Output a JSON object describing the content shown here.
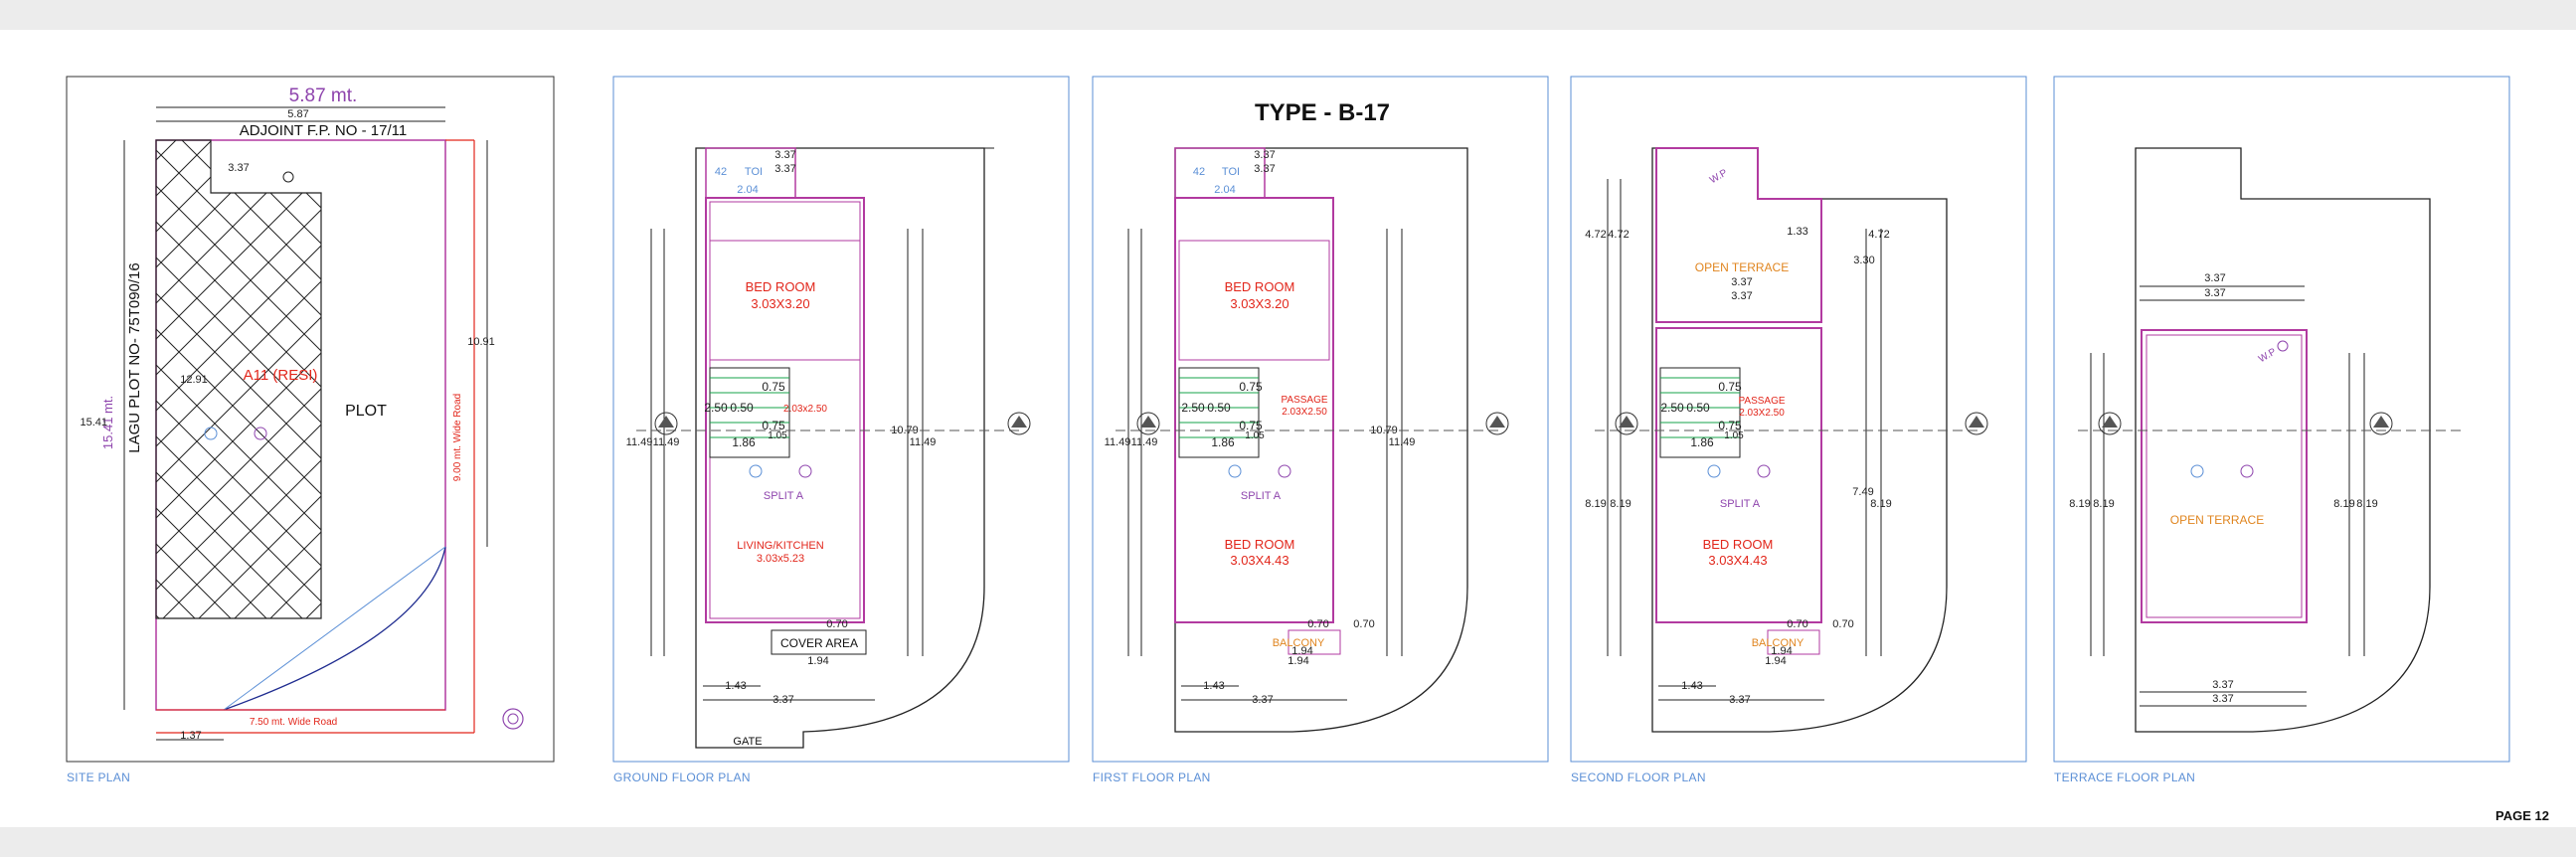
{
  "page": {
    "heading": "TYPE - B-17",
    "page_number": "PAGE 12"
  },
  "colors": {
    "frame": "#5b8fd6",
    "wall": "#b23aa0",
    "room_text": "#e2261b",
    "road": "#e2261b",
    "terrace_text": "#e0851f",
    "split_text": "#8e44ad",
    "dimension": "#222222",
    "door": "#16a34a",
    "curve": "#1e2b8f"
  },
  "site": {
    "caption": "SITE PLAN",
    "top_dim_large": "5.87 mt.",
    "top_dim_small": "5.87",
    "adjoint": "ADJOINT F.P. NO - 17/11",
    "side_label": "LAGU PLOT NO- 75T090/16",
    "left_dim_1": "15.41 mt.",
    "left_dim_2": "15.41",
    "inner_dim": "12.91",
    "inner_top": "3.37",
    "plot_label": "A11 (RESI)",
    "plot_word": "PLOT",
    "right_dim": "10.91",
    "road_right": "9.00 mt. Wide Road",
    "road_bottom": "7.50 mt. Wide Road",
    "bottom_dim": "1.37"
  },
  "ground": {
    "caption": "GROUND FLOOR PLAN",
    "toilet": "TOI",
    "toilet_w": "42",
    "toilet_d": "2.04",
    "dims_top": [
      "3.37",
      "3.37"
    ],
    "room1_name": "BED ROOM",
    "room1_size": "3.03X3.20",
    "stair_dims": [
      "0.75",
      "2.50",
      "0.50",
      "0.75",
      "1.86",
      "1.05"
    ],
    "passage": "2.03x2.50",
    "split": "SPLIT A",
    "room2_name": "LIVING/KITCHEN",
    "room2_size": "3.03x5.23",
    "left_dims": [
      "11.49",
      "11.49"
    ],
    "right_dims": [
      "10.79",
      "11.49"
    ],
    "small_dim": "0.70",
    "cover_area": "COVER AREA",
    "bottom_dims": [
      "1.94",
      "1.43",
      "3.37"
    ],
    "gate": "GATE"
  },
  "first": {
    "caption": "FIRST FLOOR PLAN",
    "toilet": "TOI",
    "toilet_w": "42",
    "toilet_d": "2.04",
    "dims_top": [
      "3.37",
      "3.37"
    ],
    "room1_name": "BED ROOM",
    "room1_size": "3.03X3.20",
    "stair_dims": [
      "0.75",
      "2.50",
      "0.50",
      "0.75",
      "1.86",
      "1.05"
    ],
    "passage_name": "PASSAGE",
    "passage_size": "2.03X2.50",
    "split": "SPLIT A",
    "room2_name": "BED ROOM",
    "room2_size": "3.03X4.43",
    "left_dims": [
      "11.49",
      "11.49"
    ],
    "right_dims": [
      "10.79",
      "11.49"
    ],
    "small_dims": [
      "0.70",
      "0.70"
    ],
    "balcony": "BALCONY",
    "balcony_dim": "1.94",
    "bottom_dims": [
      "1.94",
      "1.43",
      "3.37"
    ]
  },
  "second": {
    "caption": "SECOND FLOOR PLAN",
    "wp": "W.P",
    "dims_left": [
      "4.72",
      "4.72"
    ],
    "dim_133": "1.33",
    "dims_right": [
      "4.72",
      "3.30"
    ],
    "terrace": "OPEN TERRACE",
    "dims_top": [
      "3.37",
      "3.37"
    ],
    "stair_dims": [
      "0.75",
      "2.50",
      "0.50",
      "0.75",
      "1.86",
      "1.05"
    ],
    "passage_name": "PASSAGE",
    "passage_size": "2.03X2.50",
    "split": "SPLIT A",
    "room_name": "BED ROOM",
    "room_size": "3.03X4.43",
    "left_dims": [
      "8.19",
      "8.19"
    ],
    "right_dims": [
      "7.49",
      "8.19"
    ],
    "small_dims": [
      "0.70",
      "0.70"
    ],
    "balcony": "BALCONY",
    "balcony_dim": "1.94",
    "bottom_dims": [
      "1.94",
      "1.43",
      "3.37"
    ]
  },
  "terrace": {
    "caption": "TERRACE FLOOR PLAN",
    "dims_top": [
      "3.37",
      "3.37"
    ],
    "wp": "W.P",
    "label": "OPEN TERRACE",
    "left_dims": [
      "8.19",
      "8.19"
    ],
    "right_dims": [
      "8.19",
      "8.19"
    ],
    "dims_bottom": [
      "3.37",
      "3.37"
    ]
  }
}
